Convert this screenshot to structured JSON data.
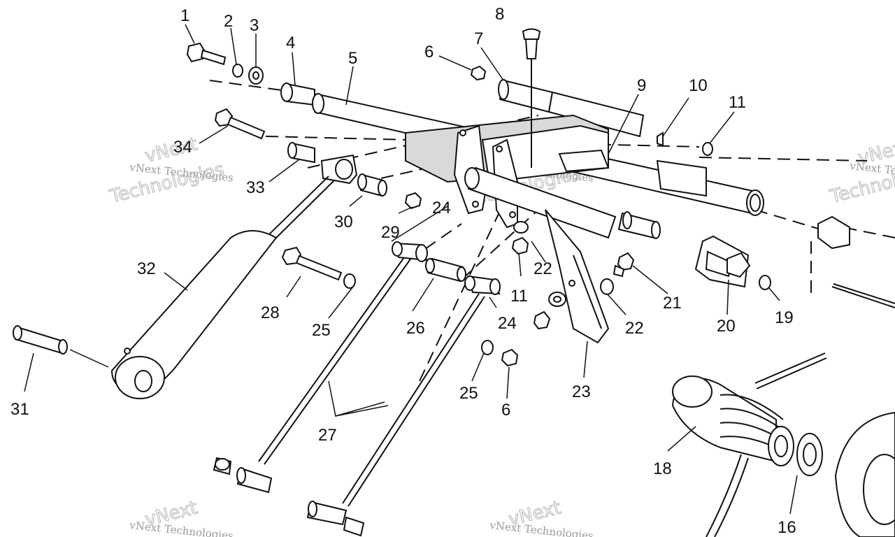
{
  "callouts": [
    "1",
    "2",
    "3",
    "4",
    "5",
    "6",
    "7",
    "8",
    "9",
    "10",
    "11",
    "34",
    "33",
    "30",
    "29",
    "24",
    "32",
    "28",
    "25",
    "26",
    "24",
    "11",
    "22",
    "21",
    "22",
    "20",
    "19",
    "31",
    "25",
    "6",
    "23",
    "27",
    "18",
    "16"
  ],
  "watermark": {
    "company": "vNext Technologies",
    "word1": "vNext",
    "word2": "Technologies"
  },
  "colors": {
    "ink": "#111111",
    "watermark": "#9a9a9a",
    "background": "#ffffff"
  }
}
